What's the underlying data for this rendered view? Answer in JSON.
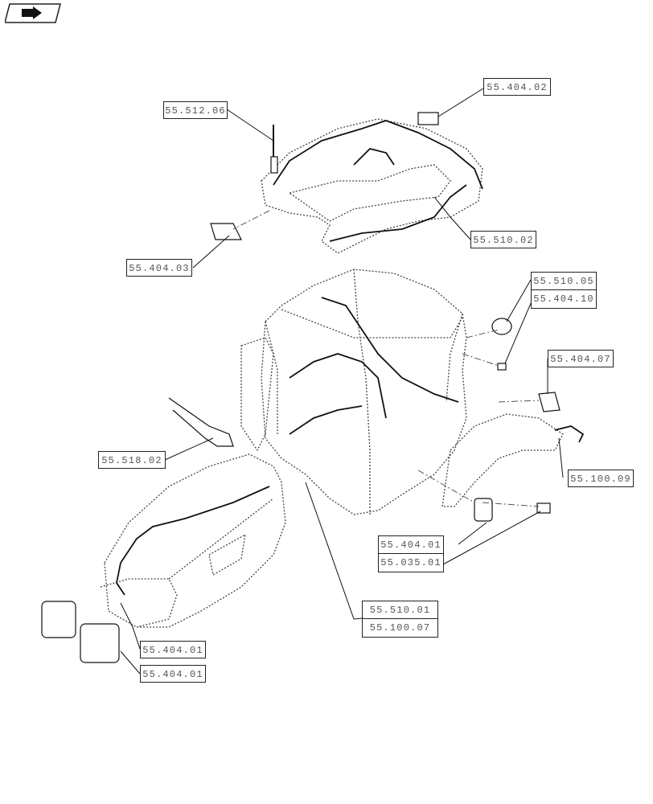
{
  "nav": {
    "icon": "arrow-right-icon"
  },
  "refs": {
    "r_55_404_02": "55.404.02",
    "r_55_512_06": "55.512.06",
    "r_55_510_02": "55.510.02",
    "r_55_404_03": "55.404.03",
    "r_55_510_05": "55.510.05",
    "r_55_404_10": "55.404.10",
    "r_55_404_07": "55.404.07",
    "r_55_518_02": "55.518.02",
    "r_55_100_09": "55.100.09",
    "r_55_404_01_a": "55.404.01",
    "r_55_035_01": "55.035.01",
    "r_55_510_01": "55.510.01",
    "r_55_100_07": "55.100.07",
    "r_55_404_01_b": "55.404.01",
    "r_55_404_01_c": "55.404.01"
  },
  "colors": {
    "line": "#222222",
    "dotted": "#444444",
    "label_text": "#555555"
  }
}
